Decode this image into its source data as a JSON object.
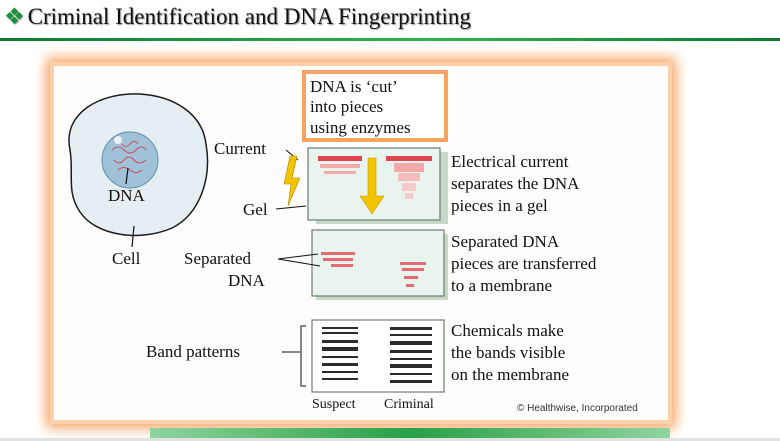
{
  "slide": {
    "bullet": "❖",
    "title": "Criminal Identification and DNA Fingerprinting"
  },
  "diagram": {
    "cell_label": "Cell",
    "dna_label": "DNA",
    "callout": [
      "DNA is ‘cut’",
      "into pieces",
      "using enzymes"
    ],
    "current_label": "Current",
    "gel_label": "Gel",
    "separated_dna_label": [
      "Separated",
      "DNA"
    ],
    "band_patterns_label": "Band patterns",
    "step1_text": [
      "Electrical current",
      "separates the DNA",
      "pieces in a gel"
    ],
    "step2_text": [
      "Separated DNA",
      "pieces are transferred",
      "to a membrane"
    ],
    "step3_text": [
      "Chemicals make",
      "the bands visible",
      "on the membrane"
    ],
    "suspect_label": "Suspect",
    "criminal_label": "Criminal",
    "credit": "© Healthwise, Incorporated",
    "colors": {
      "cell_fill": "#e4eef3",
      "nucleus_fill": "#9fc2d8",
      "gel_fill": "#e9f4ee",
      "band_red": "#e0444f",
      "band_pink": "#f4a9a9",
      "arrow_yellow": "#f2c400",
      "membrane_band": "#2a2a2a",
      "frame_glow": "#f6a262"
    }
  }
}
